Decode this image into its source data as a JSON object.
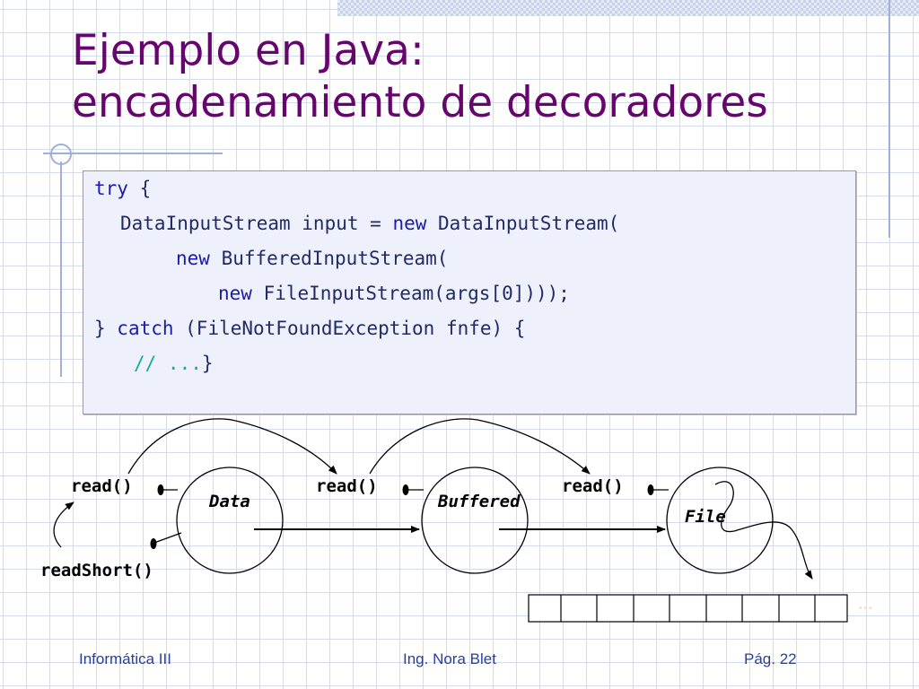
{
  "slide": {
    "title_line1": "Ejemplo en Java:",
    "title_line2": "encadenamiento de decoradores"
  },
  "code": {
    "line1_kw": "try",
    "line1_rest": " {",
    "line2_a": "DataInputStream input = ",
    "line2_kw": "new",
    "line2_b": " DataInputStream(",
    "line3_kw": "new",
    "line3_b": " BufferedInputStream(",
    "line4_kw": "new",
    "line4_b": " FileInputStream(args[0])));",
    "line5_a": "} ",
    "line5_kw": "catch",
    "line5_b": " (FileNotFoundException fnfe) {",
    "line6_cm": "// ...",
    "line6_b": "}"
  },
  "diagram": {
    "node_data": "Data",
    "node_buffered": "Buffered",
    "node_file": "File",
    "read_label": "read()",
    "read_short_label": "readShort()",
    "ellipsis": "..."
  },
  "footer": {
    "left": "Informática III",
    "center": "Ing. Nora Blet",
    "right": "Pág. 22"
  },
  "colors": {
    "title": "#66056d",
    "footer": "#2b3f9a",
    "code_keyword": "#1c1ca8",
    "code_comment": "#12aa98",
    "grid": "#d3dcef"
  }
}
